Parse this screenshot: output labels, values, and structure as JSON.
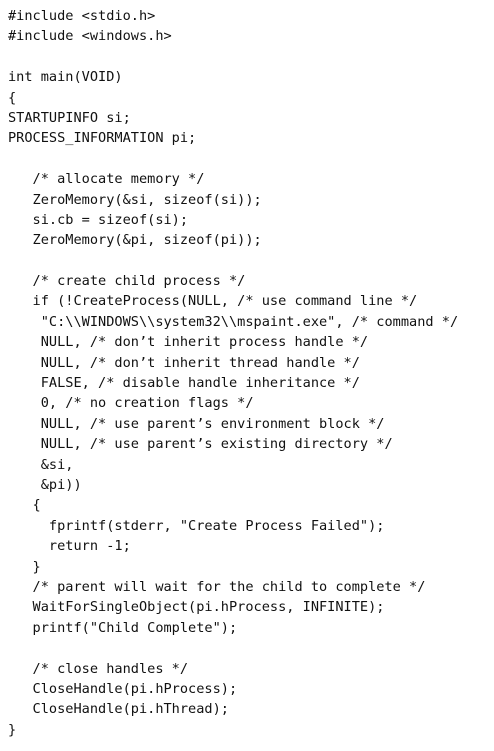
{
  "code": {
    "lines": [
      "#include <stdio.h>",
      "#include <windows.h>",
      "",
      "int main(VOID)",
      "{",
      "STARTUPINFO si;",
      "PROCESS_INFORMATION pi;",
      "",
      "   /* allocate memory */",
      "   ZeroMemory(&si, sizeof(si));",
      "   si.cb = sizeof(si);",
      "   ZeroMemory(&pi, sizeof(pi));",
      "",
      "   /* create child process */",
      "   if (!CreateProcess(NULL, /* use command line */",
      "    \"C:\\\\WINDOWS\\\\system32\\\\mspaint.exe\", /* command */",
      "    NULL, /* don’t inherit process handle */",
      "    NULL, /* don’t inherit thread handle */",
      "    FALSE, /* disable handle inheritance */",
      "    0, /* no creation flags */",
      "    NULL, /* use parent’s environment block */",
      "    NULL, /* use parent’s existing directory */",
      "    &si,",
      "    &pi))",
      "   {",
      "     fprintf(stderr, \"Create Process Failed\");",
      "     return -1;",
      "   }",
      "   /* parent will wait for the child to complete */",
      "   WaitForSingleObject(pi.hProcess, INFINITE);",
      "   printf(\"Child Complete\");",
      "",
      "   /* close handles */",
      "   CloseHandle(pi.hProcess);",
      "   CloseHandle(pi.hThread);",
      "}"
    ]
  }
}
